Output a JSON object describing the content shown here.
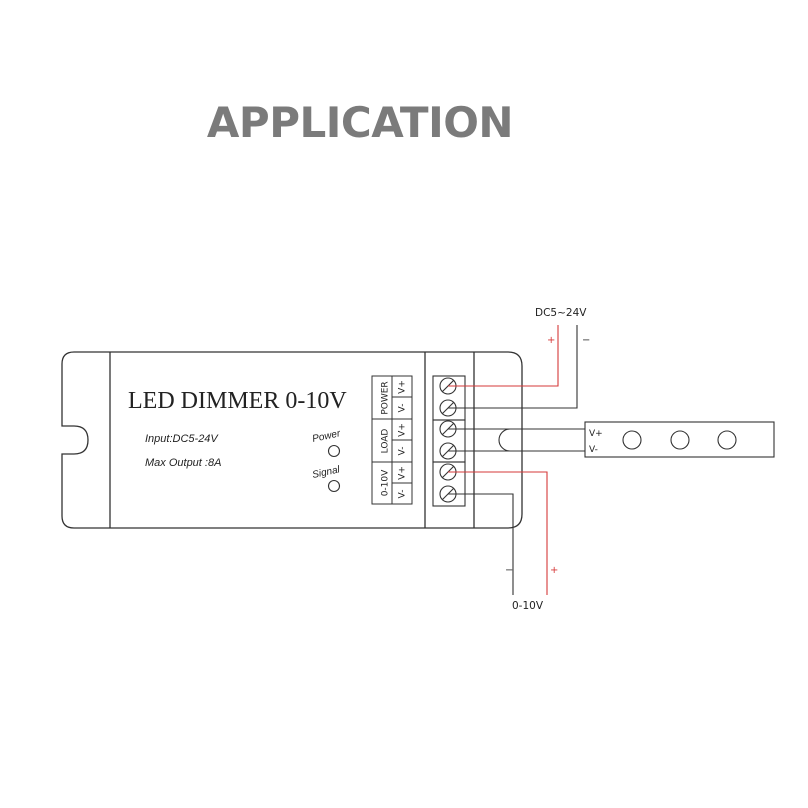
{
  "page": {
    "title": "APPLICATION"
  },
  "device": {
    "name": "LED DIMMER 0-10V",
    "input": "Input:DC5-24V",
    "max_output": "Max Output :8A",
    "led_power": "Power",
    "led_signal": "Signal",
    "terminal_groups": [
      {
        "group": "POWER",
        "pins": [
          "V+",
          "V-"
        ]
      },
      {
        "group": "LOAD",
        "pins": [
          "V+",
          "V-"
        ]
      },
      {
        "group": "0-10V",
        "pins": [
          "V+",
          "V-"
        ]
      }
    ]
  },
  "supply": {
    "label": "DC5~24V",
    "plus": "+",
    "minus": "−"
  },
  "control": {
    "label": "0-10V",
    "plus": "+",
    "minus": "−"
  },
  "led_strip": {
    "v_plus": "V+",
    "v_minus": "V-"
  },
  "colors": {
    "wire_red": "#d63a3a",
    "line": "#333333",
    "heading": "#7b7b7b"
  }
}
